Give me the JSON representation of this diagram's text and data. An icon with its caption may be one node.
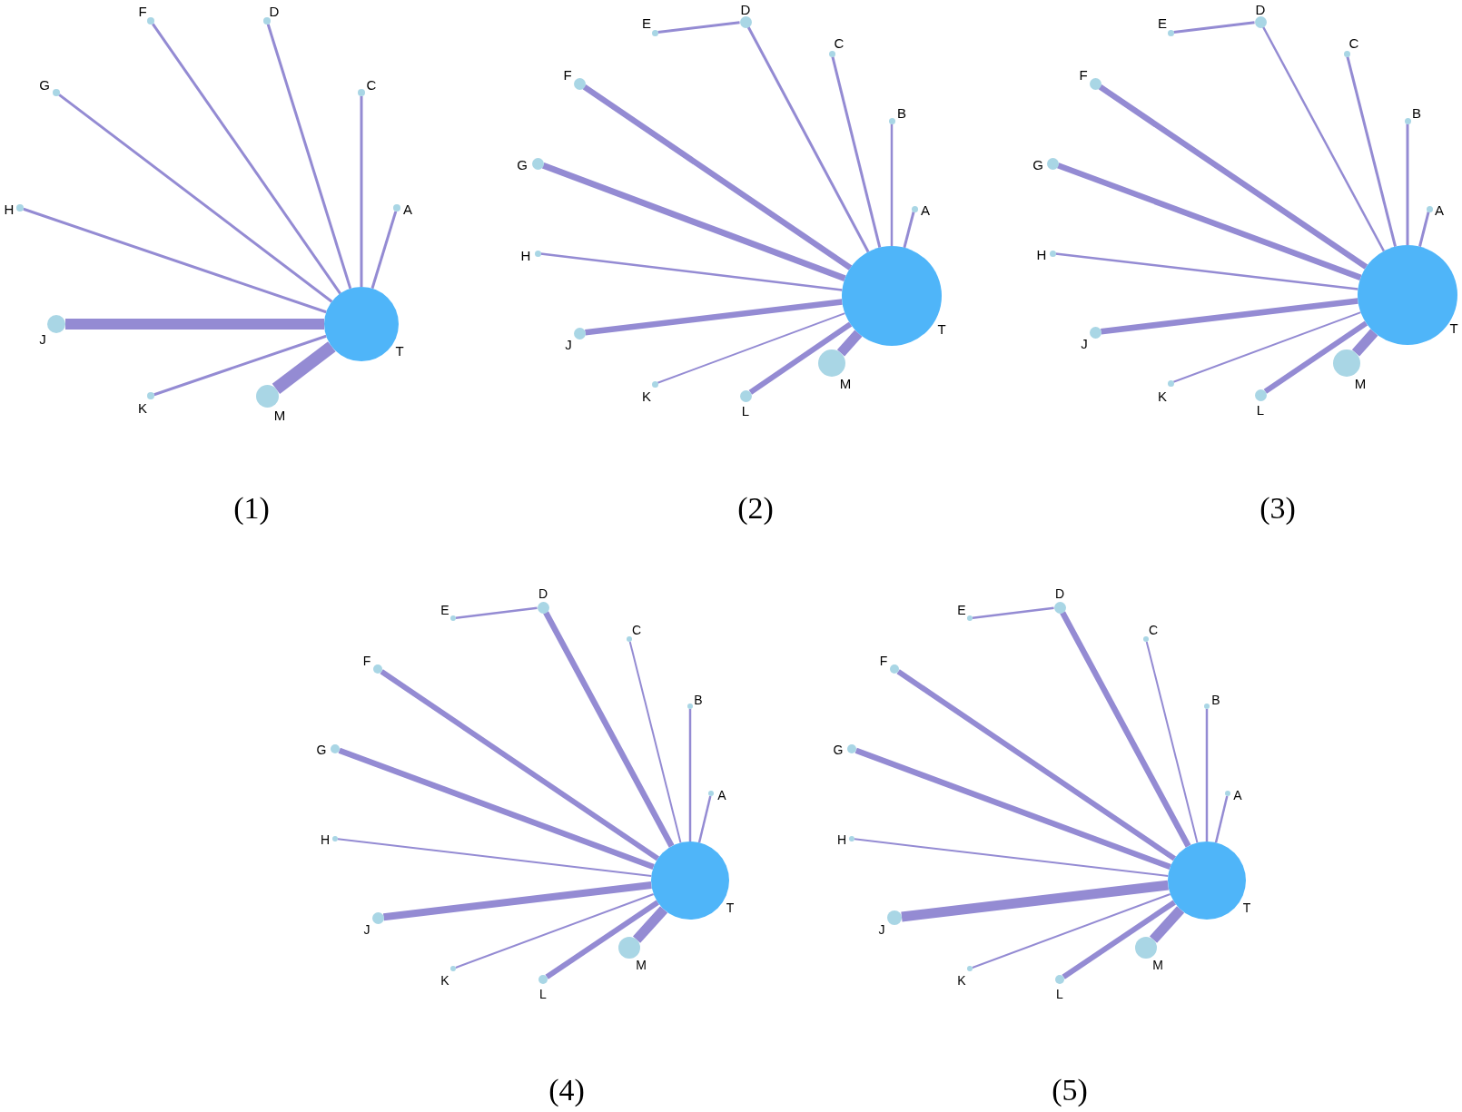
{
  "diagram": {
    "nodes": [
      {
        "text": [
          "F"
        ]
      },
      {
        "text": [
          "D"
        ]
      },
      {
        "text": [
          "G"
        ]
      },
      {
        "text": [
          "C"
        ]
      },
      {
        "text": [
          "H"
        ]
      },
      {
        "text": [
          "A"
        ]
      },
      {
        "text": [
          "J"
        ]
      },
      {
        "text": [
          "T"
        ]
      },
      {
        "text": [
          "K"
        ]
      },
      {
        "text": [
          "M"
        ]
      },
      {
        "text": [
          "E"
        ]
      },
      {
        "text": [
          "D"
        ]
      },
      {
        "text": [
          "C"
        ]
      },
      {
        "text": [
          "F"
        ]
      },
      {
        "text": [
          "B"
        ]
      },
      {
        "text": [
          "G"
        ]
      },
      {
        "text": [
          "A"
        ]
      },
      {
        "text": [
          "H"
        ]
      },
      {
        "text": [
          "T"
        ]
      },
      {
        "text": [
          "J"
        ]
      },
      {
        "text": [
          "M"
        ]
      },
      {
        "text": [
          "K"
        ]
      },
      {
        "text": [
          "L"
        ]
      },
      {
        "text": [
          "E"
        ]
      },
      {
        "text": [
          "D"
        ]
      },
      {
        "text": [
          "C"
        ]
      },
      {
        "text": [
          "F"
        ]
      },
      {
        "text": [
          "B"
        ]
      },
      {
        "text": [
          "G"
        ]
      },
      {
        "text": [
          "A"
        ]
      },
      {
        "text": [
          "H"
        ]
      },
      {
        "text": [
          "T"
        ]
      },
      {
        "text": [
          "J"
        ]
      },
      {
        "text": [
          "M"
        ]
      },
      {
        "text": [
          "K"
        ]
      },
      {
        "text": [
          "L"
        ]
      },
      {
        "text": [
          "E"
        ]
      },
      {
        "text": [
          "D"
        ]
      },
      {
        "text": [
          "C"
        ]
      },
      {
        "text": [
          "F"
        ]
      },
      {
        "text": [
          "B"
        ]
      },
      {
        "text": [
          "G"
        ]
      },
      {
        "text": [
          "A"
        ]
      },
      {
        "text": [
          "H"
        ]
      },
      {
        "text": [
          "T"
        ]
      },
      {
        "text": [
          "J"
        ]
      },
      {
        "text": [
          "M"
        ]
      },
      {
        "text": [
          "K"
        ]
      },
      {
        "text": [
          "L"
        ]
      },
      {
        "text": [
          "E"
        ]
      },
      {
        "text": [
          "D"
        ]
      },
      {
        "text": [
          "C"
        ]
      },
      {
        "text": [
          "F"
        ]
      },
      {
        "text": [
          "B"
        ]
      },
      {
        "text": [
          "G"
        ]
      },
      {
        "text": [
          "A"
        ]
      },
      {
        "text": [
          "H"
        ]
      },
      {
        "text": [
          "T"
        ]
      },
      {
        "text": [
          "J"
        ]
      },
      {
        "text": [
          "M"
        ]
      },
      {
        "text": [
          "K"
        ]
      },
      {
        "text": [
          "L"
        ]
      }
    ],
    "edges": [
      {
        "from": 0,
        "to": 7,
        "arrow": "none"
      },
      {
        "from": 1,
        "to": 7,
        "arrow": "none"
      },
      {
        "from": 2,
        "to": 7,
        "arrow": "none"
      },
      {
        "from": 3,
        "to": 7,
        "arrow": "none"
      },
      {
        "from": 4,
        "to": 7,
        "arrow": "none"
      },
      {
        "from": 5,
        "to": 7,
        "arrow": "none"
      },
      {
        "from": 6,
        "to": 7,
        "arrow": "none",
        "style": "thick"
      },
      {
        "from": 8,
        "to": 7,
        "arrow": "none"
      },
      {
        "from": 9,
        "to": 7,
        "arrow": "none",
        "style": "thick"
      },
      {
        "from": 10,
        "to": 11,
        "arrow": "none"
      },
      {
        "from": 11,
        "to": 18,
        "arrow": "none"
      },
      {
        "from": 12,
        "to": 18,
        "arrow": "none"
      },
      {
        "from": 13,
        "to": 18,
        "arrow": "none",
        "style": "thick"
      },
      {
        "from": 14,
        "to": 18,
        "arrow": "none"
      },
      {
        "from": 15,
        "to": 18,
        "arrow": "none",
        "style": "thick"
      },
      {
        "from": 16,
        "to": 18,
        "arrow": "none"
      },
      {
        "from": 17,
        "to": 18,
        "arrow": "none"
      },
      {
        "from": 19,
        "to": 18,
        "arrow": "none",
        "style": "thick"
      },
      {
        "from": 20,
        "to": 18,
        "arrow": "none",
        "style": "thick"
      },
      {
        "from": 21,
        "to": 18,
        "arrow": "none"
      },
      {
        "from": 22,
        "to": 18,
        "arrow": "none",
        "style": "thick"
      },
      {
        "from": 23,
        "to": 24,
        "arrow": "none"
      },
      {
        "from": 24,
        "to": 31,
        "arrow": "none"
      },
      {
        "from": 25,
        "to": 31,
        "arrow": "none"
      },
      {
        "from": 26,
        "to": 31,
        "arrow": "none",
        "style": "thick"
      },
      {
        "from": 27,
        "to": 31,
        "arrow": "none"
      },
      {
        "from": 28,
        "to": 31,
        "arrow": "none",
        "style": "thick"
      },
      {
        "from": 29,
        "to": 31,
        "arrow": "none"
      },
      {
        "from": 30,
        "to": 31,
        "arrow": "none"
      },
      {
        "from": 32,
        "to": 31,
        "arrow": "none",
        "style": "thick"
      },
      {
        "from": 33,
        "to": 31,
        "arrow": "none",
        "style": "thick"
      },
      {
        "from": 34,
        "to": 31,
        "arrow": "none"
      },
      {
        "from": 35,
        "to": 31,
        "arrow": "none",
        "style": "thick"
      },
      {
        "from": 36,
        "to": 37,
        "arrow": "none"
      },
      {
        "from": 37,
        "to": 44,
        "arrow": "none",
        "style": "thick"
      },
      {
        "from": 38,
        "to": 44,
        "arrow": "none"
      },
      {
        "from": 39,
        "to": 44,
        "arrow": "none",
        "style": "thick"
      },
      {
        "from": 40,
        "to": 44,
        "arrow": "none"
      },
      {
        "from": 41,
        "to": 44,
        "arrow": "none",
        "style": "thick"
      },
      {
        "from": 42,
        "to": 44,
        "arrow": "none"
      },
      {
        "from": 43,
        "to": 44,
        "arrow": "none"
      },
      {
        "from": 45,
        "to": 44,
        "arrow": "none",
        "style": "thick"
      },
      {
        "from": 46,
        "to": 44,
        "arrow": "none",
        "style": "thick"
      },
      {
        "from": 47,
        "to": 44,
        "arrow": "none"
      },
      {
        "from": 48,
        "to": 44,
        "arrow": "none",
        "style": "thick"
      },
      {
        "from": 49,
        "to": 50,
        "arrow": "none"
      },
      {
        "from": 50,
        "to": 57,
        "arrow": "none",
        "style": "thick"
      },
      {
        "from": 51,
        "to": 57,
        "arrow": "none"
      },
      {
        "from": 52,
        "to": 57,
        "arrow": "none",
        "style": "thick"
      },
      {
        "from": 53,
        "to": 57,
        "arrow": "none"
      },
      {
        "from": 54,
        "to": 57,
        "arrow": "none",
        "style": "thick"
      },
      {
        "from": 55,
        "to": 57,
        "arrow": "none"
      },
      {
        "from": 56,
        "to": 57,
        "arrow": "none"
      },
      {
        "from": 58,
        "to": 57,
        "arrow": "none",
        "style": "thick"
      },
      {
        "from": 59,
        "to": 57,
        "arrow": "none",
        "style": "thick"
      },
      {
        "from": 60,
        "to": 57,
        "arrow": "none"
      },
      {
        "from": 61,
        "to": 57,
        "arrow": "none",
        "style": "thick"
      }
    ],
    "labels": [
      "(1)",
      "(2)",
      "(3)",
      "(4)",
      "(5)"
    ]
  }
}
